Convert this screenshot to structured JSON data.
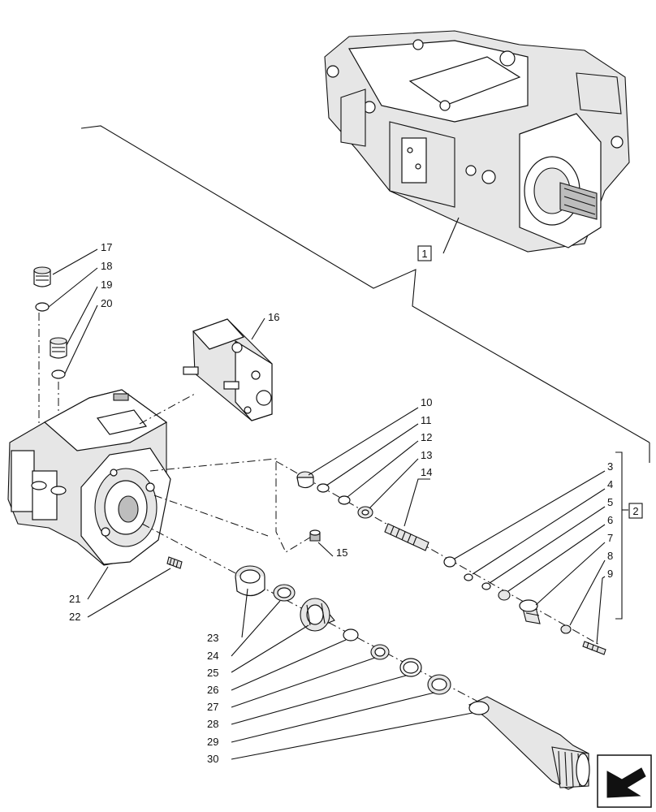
{
  "callouts": {
    "c1": "1",
    "c2": "2",
    "c3": "3",
    "c4": "4",
    "c5": "5",
    "c6": "6",
    "c7": "7",
    "c8": "8",
    "c9": "9",
    "c10": "10",
    "c11": "11",
    "c12": "12",
    "c13": "13",
    "c14": "14",
    "c15": "15",
    "c16": "16",
    "c17": "17",
    "c18": "18",
    "c19": "19",
    "c20": "20",
    "c21": "21",
    "c22": "22",
    "c23": "23",
    "c24": "24",
    "c25": "25",
    "c26": "26",
    "c27": "27",
    "c28": "28",
    "c29": "29",
    "c30": "30"
  },
  "icons": {
    "nav": "next-page-arrow-icon"
  }
}
